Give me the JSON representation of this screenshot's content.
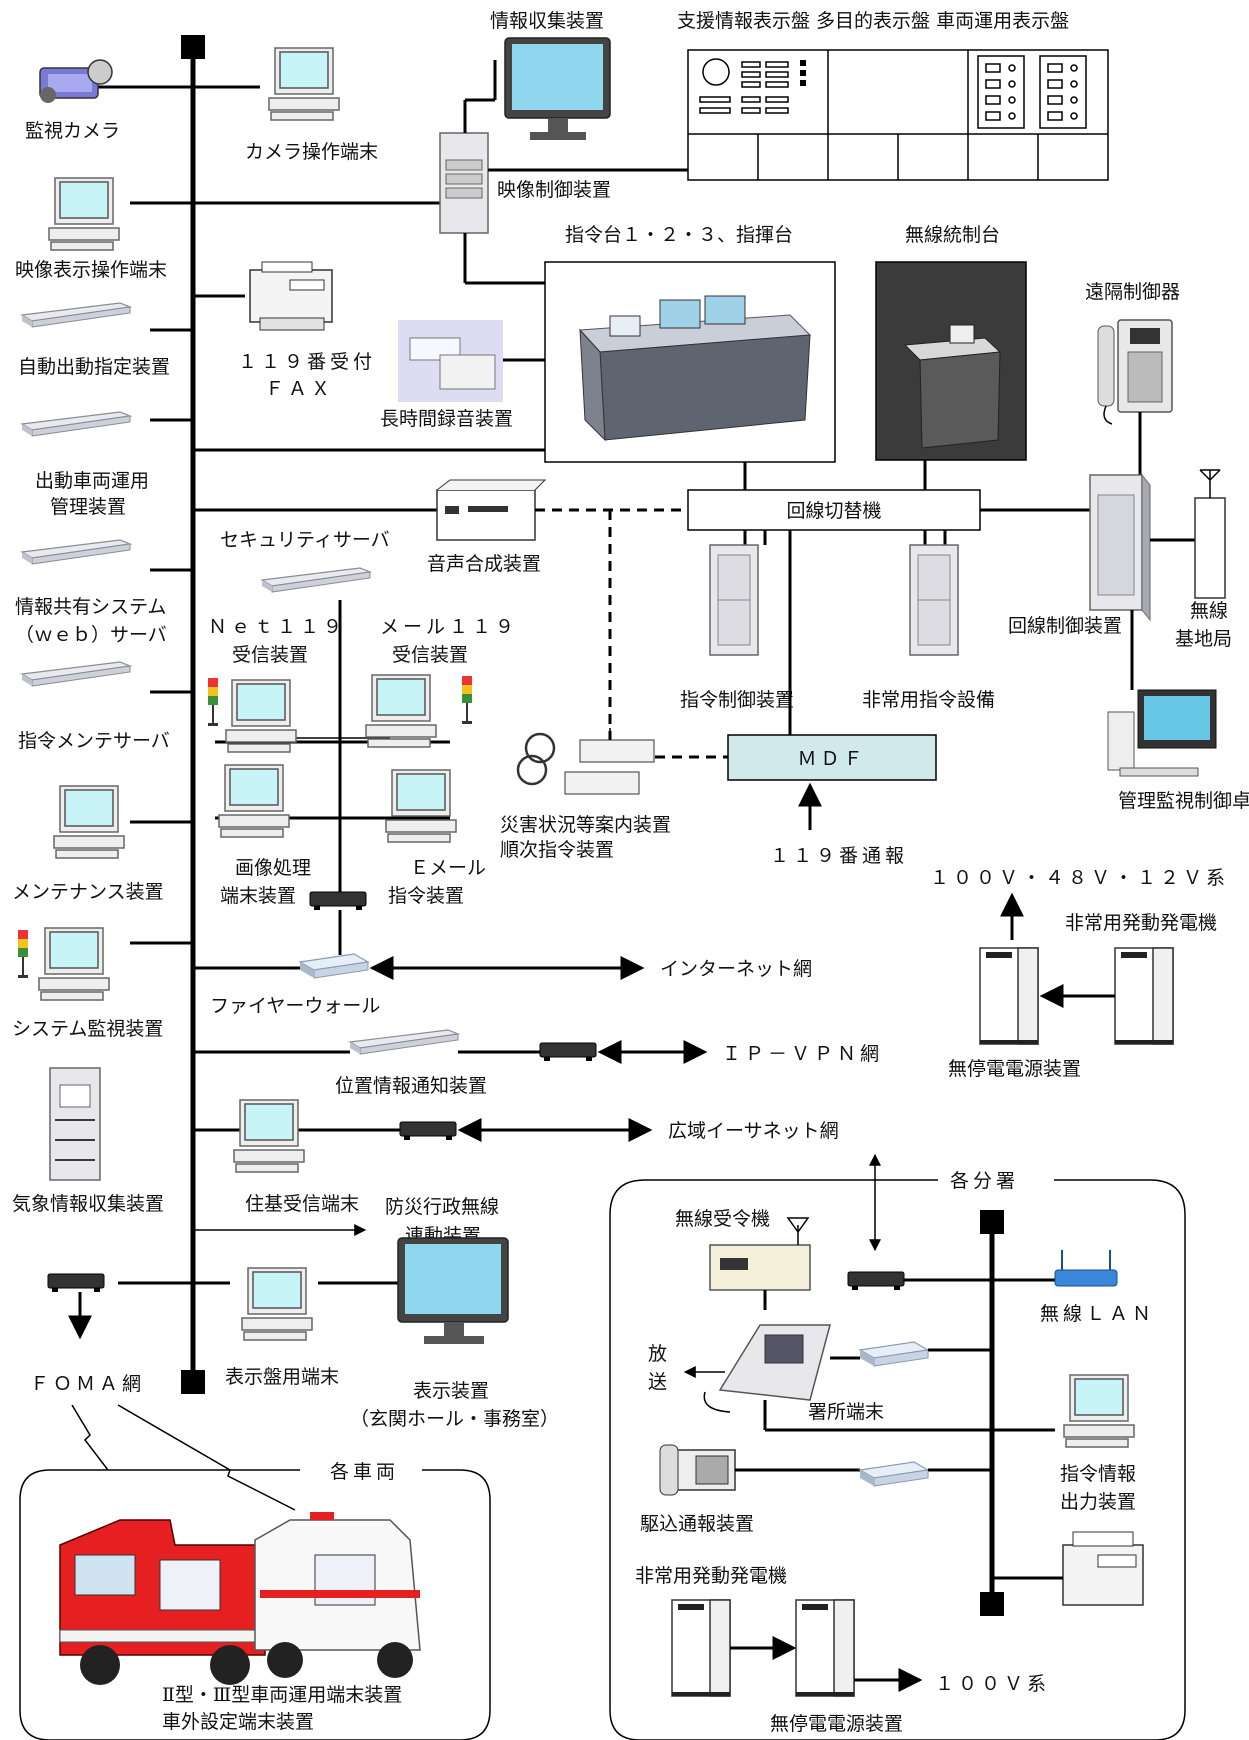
{
  "colors": {
    "line": "#000000",
    "monitor_screen": "#c8f4f8",
    "mdf_fill": "#cfe9ec",
    "panel_fill": "#ffffff"
  },
  "labels": {
    "surveillance_camera": "監視カメラ",
    "camera_terminal": "カメラ操作端末",
    "info_collector": "情報収集装置",
    "display_panels": "支援情報表示盤 多目的表示盤 車両運用表示盤",
    "video_controller": "映像制御装置",
    "video_display_terminal": "映像表示操作端末",
    "command_consoles": "指令台１・２・３、指揮台",
    "radio_console": "無線統制台",
    "remote_controller": "遠隔制御器",
    "auto_dispatch": "自動出動指定装置",
    "fax_line1": "１１９番受付",
    "fax_line2": "ＦＡＸ",
    "long_recorder": "長時間録音装置",
    "vehicle_mgmt_line1": "出動車両運用",
    "vehicle_mgmt_line2": "管理装置",
    "line_switch": "回線切替機",
    "voice_synth": "音声合成装置",
    "security_server": "セキュリティサーバ",
    "info_share_line1": "情報共有システム",
    "info_share_line2": "（ｗｅｂ）サーバ",
    "net119_line1": "Ｎｅｔ１１９",
    "net119_line2": "受信装置",
    "mail119_line1": "メール１１９",
    "mail119_line2": "受信装置",
    "line_controller": "回線制御装置",
    "radio_base_line1": "無線",
    "radio_base_line2": "基地局",
    "command_maint_server": "指令メンテサーバ",
    "command_control": "指令制御装置",
    "emergency_command": "非常用指令設備",
    "mdf": "ＭＤＦ",
    "mgmt_console": "管理監視制御卓",
    "disaster_guide_line1": "災害状況等案内装置",
    "disaster_guide_line2": "順次指令装置",
    "call119": "１１９番通報",
    "maintenance": "メンテナンス装置",
    "image_proc_line1": "画像処理",
    "image_proc_line2": "端末装置",
    "email_cmd_line1": "Ｅメール",
    "email_cmd_line2": "指令装置",
    "power_systems": "１００Ｖ・４８Ｖ・１２Ｖ系",
    "emergency_gen": "非常用発動発電機",
    "system_monitor": "システム監視装置",
    "firewall": "ファイヤーウォール",
    "internet": "インターネット網",
    "ip_vpn": "ＩＰ－ＶＰＮ網",
    "ups": "無停電電源装置",
    "location_notify": "位置情報通知装置",
    "weather": "気象情報収集装置",
    "wide_ethernet": "広域イーサネット網",
    "resident_terminal": "住基受信端末",
    "disaster_radio_line1": "防災行政無線",
    "disaster_radio_line2": "連動装置",
    "foma": "ＦＯＭＡ網",
    "display_terminal": "表示盤用端末",
    "display_device_line1": "表示装置",
    "display_device_line2": "（玄関ホール・事務室）",
    "vehicles_group": "各車両",
    "vehicle_terminal_line1": "Ⅱ型・Ⅲ型車両運用端末装置",
    "vehicle_terminal_line2": "車外設定端末装置",
    "branches_group": "各分署",
    "radio_receiver": "無線受令機",
    "wireless_lan": "無線ＬＡＮ",
    "broadcast_line1": "放",
    "broadcast_line2": "送",
    "station_terminal": "署所端末",
    "command_output_line1": "指令情報",
    "command_output_line2": "出力装置",
    "rush_report": "駆込通報装置",
    "branch_emergency_gen": "非常用発動発電機",
    "v100": "１００Ｖ系",
    "branch_ups": "無停電電源装置"
  }
}
